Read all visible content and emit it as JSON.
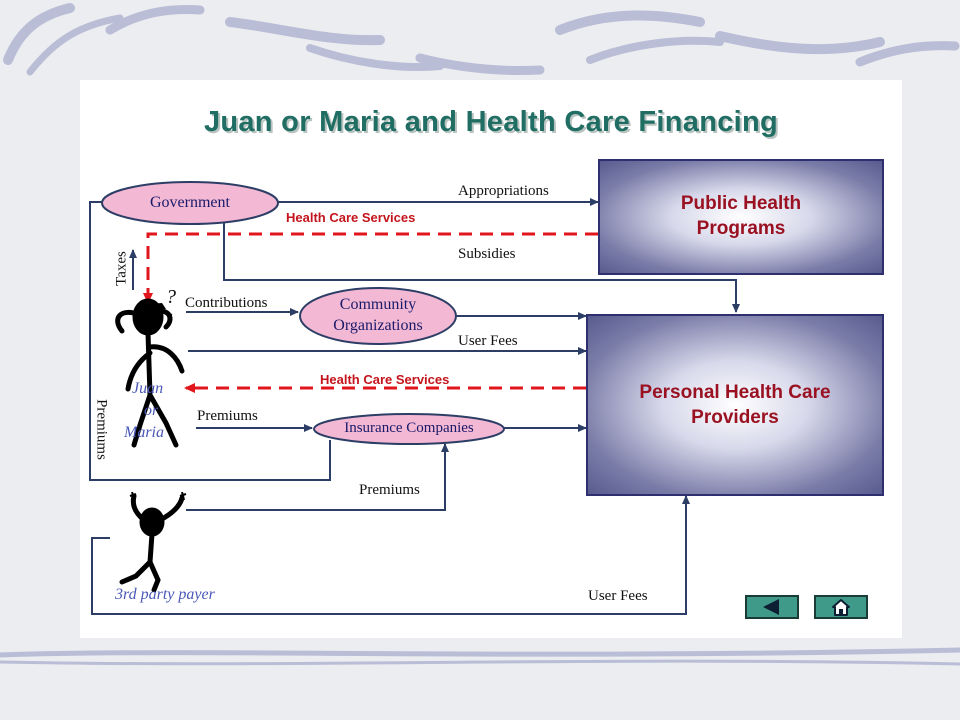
{
  "title": "Juan or Maria and Health Care Financing",
  "nodes": {
    "government": "Government",
    "community": [
      "Community",
      "Organizations"
    ],
    "insurance": "Insurance Companies",
    "public_health": [
      "Public Health",
      "Programs"
    ],
    "providers": [
      "Personal Health Care",
      "Providers"
    ]
  },
  "flows": {
    "appropriations": "Appropriations",
    "health_care_services_top": "Health Care Services",
    "subsidies": "Subsidies",
    "taxes": "Taxes",
    "contributions": "Contributions",
    "user_fees_top": "User Fees",
    "health_care_services_mid": "Health Care Services",
    "premiums_left": "Premiums",
    "premiums_mid": "Premiums",
    "premiums_bottom": "Premiums",
    "user_fees_bottom": "User Fees"
  },
  "figures": {
    "person": [
      "Juan",
      "or",
      "Maria"
    ],
    "third_party": "3rd party payer",
    "question_mark": "?"
  },
  "navigation": {
    "back_icon": "triangle-left-icon",
    "home_icon": "home-icon"
  },
  "colors": {
    "title": "#1f6d63",
    "oval_fill": "#f3b8d4",
    "box_dark": "#585b8e",
    "box_text": "#9a1222",
    "line": "#2d3e66",
    "service_dash": "#e0161c",
    "nav_button": "#3f9a8a"
  }
}
